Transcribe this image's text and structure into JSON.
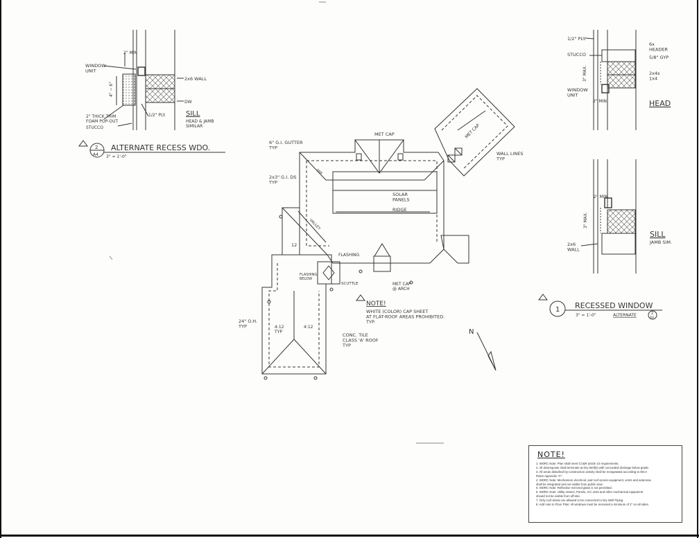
{
  "detail_alt_recess": {
    "window_unit": "WINDOW\nUNIT",
    "dim_top": "2\" MIN",
    "dim_side": "4\" ~ 6\"",
    "wall": "2x6 WALL",
    "dw": "DW",
    "trim": "2\" THICK TRIM\nFOAM POP-OUT",
    "stucco": "STUCCO",
    "ply": "1/2\" PLY.",
    "sill_title": "SILL",
    "sill_sub": "HEAD & JAMB\nSIMILAR",
    "title_num": "2",
    "title_sheet": "A4",
    "title": "ALTERNATE RECESS WDO.",
    "scale": "3\" = 1'-0\""
  },
  "detail_head": {
    "ply": "1/2\" PLY.",
    "stucco": "STUCCO",
    "window_unit": "WINDOW\nUNIT",
    "max": "3\" MAX.",
    "min": "2\" MIN.",
    "header": "6x\nHEADER",
    "gyp": "5/8\" GYP",
    "studs": "2x4s\n1x4",
    "title": "HEAD"
  },
  "detail_sill": {
    "min": "2\" MIN",
    "max": "3\" MAX.",
    "wall": "2x6\nWALL",
    "title": "SILL",
    "sub": "JAMB SIM."
  },
  "detail_recessed": {
    "num": "1",
    "title": "RECESSED WINDOW",
    "scale": "3\" = 1'-0\"",
    "alt": "ALTERNATE",
    "alt_num": "2",
    "alt_sheet": "A4"
  },
  "roof_plan": {
    "gutter": "6\" G.I. GUTTER\nTYP",
    "ds": "2x3\" G.I. DS\nTYP",
    "met_cap": "MET CAP",
    "met_cap_2": "MET CAP",
    "wall_lines": "WALL LINES\nTYP",
    "solar": "SOLAR\nPANELS",
    "ridge": "RIDGE",
    "hip": "HIP",
    "valley": "VALLEY",
    "flashing": "FLASHING",
    "flashing_below": "FLASHING\nBELOW",
    "slope_1": "12",
    "scuttle": "SCUTTLE",
    "met_cap_arch": "MET CAP\n@ ARCH",
    "eave": "24\" O.H.\nTYP",
    "pitch_1": "4:12\nTYP",
    "pitch_2": "4:12",
    "tile": "CONC. TILE\nCLASS 'A' ROOF\nTYP",
    "note": "NOTE!",
    "note_text": "WHITE (COLOR) CAP SHEET\nAT FLAT-ROOF AREAS PROHIBITED.\nTYP.",
    "north": "N"
  },
  "notes": {
    "title": "NOTE!",
    "items": [
      "1.  WDRC Note: Plan shall meet CC&R article 10 requirements.",
      "2.  All downspouts shall terminate at Dry Well(s) with concealed drainage below grade.",
      "3.  All areas disturbed by construction activity shall be revegetated according to WCA",
      "     Rules Appendix \"C\".",
      "4.  WDRC Note: Mechanical, electrical, and roof access equipment, vents and antennas",
      "     shall be integrated and not visible from public view.",
      "5.  WDRC Note: Reflective mirrored glass is not permitted.",
      "6.  WDRC Note: Utility meters, Panels, A/C units and other mechanical equipment",
      "     should not be visible from off-site.",
      "7.  Only roof drains are allowed to be connected to Dry Well Piping.",
      "8.  Add note to Floor Plan: All windows must be recessed a minimum of 2\" on all sides."
    ]
  }
}
